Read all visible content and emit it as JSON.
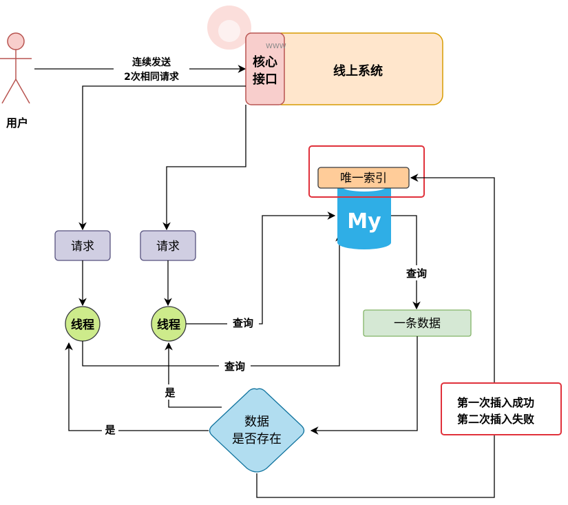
{
  "actor": {
    "label": "用户"
  },
  "edge_send": {
    "line1": "连续发送",
    "line2": "2次相同请求"
  },
  "core_api": {
    "line1": "核心",
    "line2": "接口"
  },
  "online_system": {
    "label": "线上系统"
  },
  "requests": [
    {
      "label": "请求"
    },
    {
      "label": "请求"
    }
  ],
  "threads": [
    {
      "label": "线程"
    },
    {
      "label": "线程"
    }
  ],
  "unique_index": {
    "label": "唯一索引"
  },
  "mysql": {
    "logo_text": "My"
  },
  "query_labels": {
    "thread2": "查询",
    "thread1": "查询",
    "db": "查询"
  },
  "one_record": {
    "label": "一条数据"
  },
  "decision": {
    "line1": "数据",
    "line2": "是否存在"
  },
  "yes_labels": {
    "left": "是",
    "up": "是"
  },
  "note": {
    "line1": "第一次插入成功",
    "line2": "第二次插入失败"
  },
  "watermark": {
    "text": "WWW"
  },
  "colors": {
    "core_fill": "#f8cecc",
    "core_stroke": "#b85450",
    "system_fill": "#ffe6cc",
    "system_stroke": "#d79b00",
    "request_fill": "#d0cee2",
    "thread_fill": "#cdeb8b",
    "index_fill": "#ffcc99",
    "mysql_blue": "#2faee6",
    "record_fill": "#d5e8d4",
    "decision_fill": "#b1ddf0",
    "highlight_red": "#e0303a"
  }
}
